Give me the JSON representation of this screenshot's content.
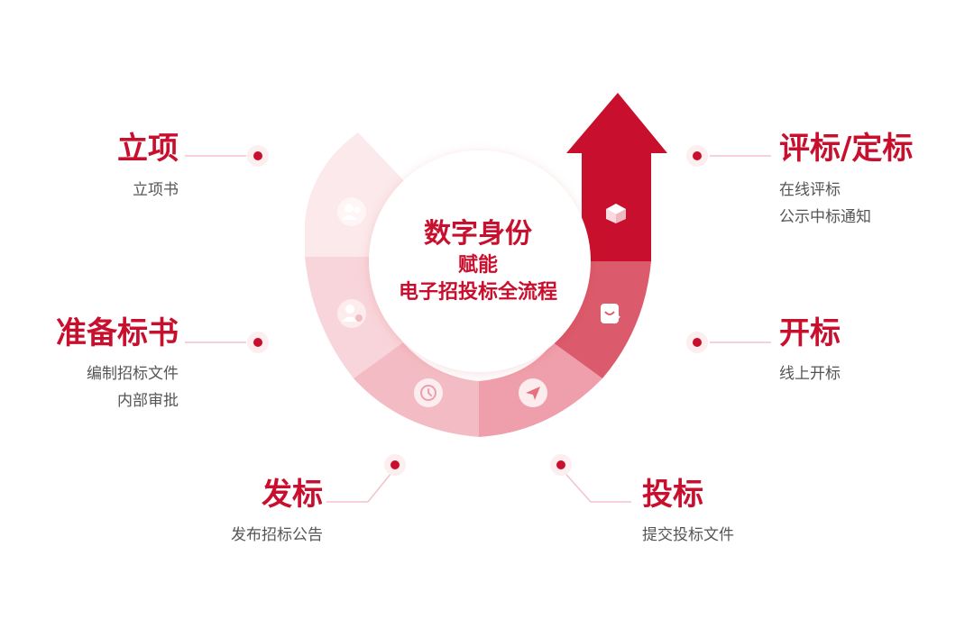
{
  "center": {
    "line1": "数字身份",
    "line2": "赋能",
    "line3": "电子招投标全流程"
  },
  "steps": [
    {
      "id": "lixiang",
      "title": "立项",
      "desc": [
        "立项书"
      ],
      "icon": "users-icon"
    },
    {
      "id": "zhunbei",
      "title": "准备标书",
      "desc": [
        "编制招标文件",
        "内部审批"
      ],
      "icon": "user-edit-icon"
    },
    {
      "id": "fabiao",
      "title": "发标",
      "desc": [
        "发布招标公告"
      ],
      "icon": "clock-icon"
    },
    {
      "id": "toubiao",
      "title": "投标",
      "desc": [
        "提交投标文件"
      ],
      "icon": "paper-plane-icon"
    },
    {
      "id": "kaibiao",
      "title": "开标",
      "desc": [
        "线上开标"
      ],
      "icon": "check-bag-icon"
    },
    {
      "id": "pingbiao",
      "title": "评标/定标",
      "desc": [
        "在线评标",
        "公示中标通知"
      ],
      "icon": "open-box-icon"
    }
  ],
  "colors": {
    "accent": "#c8102e",
    "segments": [
      "#fbe9eb",
      "#f8d5da",
      "#f3bcc4",
      "#ef9fab",
      "#db5b6c",
      "#c8102e"
    ],
    "desc_text": "#555555",
    "connector": "#f0c4cb"
  }
}
